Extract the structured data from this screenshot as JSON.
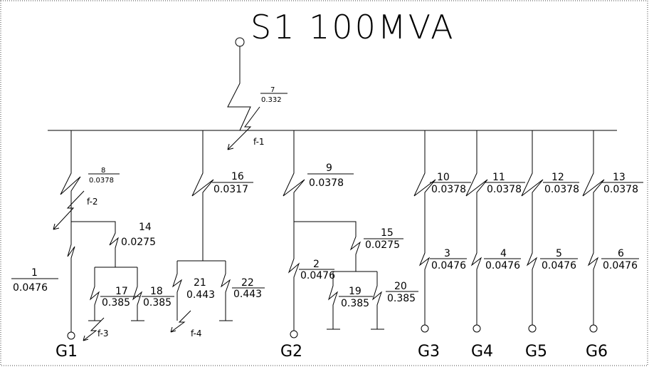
{
  "title": "S1 100MVA",
  "colors": {
    "line": "#000000",
    "background": "#ffffff",
    "frame": "#444444"
  },
  "impedances": [
    {
      "id": "7",
      "value": "0.332"
    },
    {
      "id": "8",
      "value": "0.0378"
    },
    {
      "id": "16",
      "value": "0.0317"
    },
    {
      "id": "9",
      "value": "0.0378"
    },
    {
      "id": "10",
      "value": "0.0378"
    },
    {
      "id": "11",
      "value": "0.0378"
    },
    {
      "id": "12",
      "value": "0.0378"
    },
    {
      "id": "13",
      "value": "0.0378"
    },
    {
      "id": "14",
      "value": "0.0275"
    },
    {
      "id": "1",
      "value": "0.0476"
    },
    {
      "id": "17",
      "value": "0.385"
    },
    {
      "id": "18",
      "value": "0.385"
    },
    {
      "id": "21",
      "value": "0.443"
    },
    {
      "id": "22",
      "value": "0.443"
    },
    {
      "id": "15",
      "value": "0.0275"
    },
    {
      "id": "2",
      "value": "0.0476"
    },
    {
      "id": "19",
      "value": "0.385"
    },
    {
      "id": "20",
      "value": "0.385"
    },
    {
      "id": "3",
      "value": "0.0476"
    },
    {
      "id": "4",
      "value": "0.0476"
    },
    {
      "id": "5",
      "value": "0.0476"
    },
    {
      "id": "6",
      "value": "0.0476"
    }
  ],
  "faults": [
    "f-1",
    "f-2",
    "f-3",
    "f-4"
  ],
  "generators": [
    "G1",
    "G2",
    "G3",
    "G4",
    "G5",
    "G6"
  ]
}
